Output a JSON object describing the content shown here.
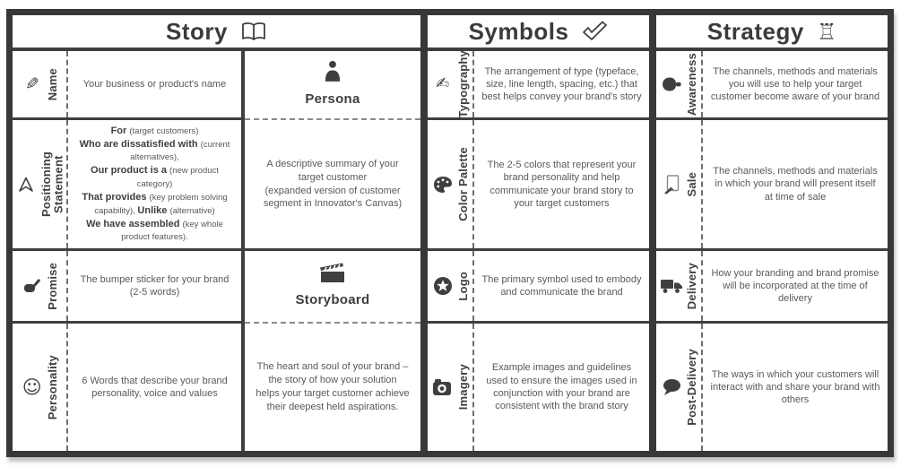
{
  "colors": {
    "frame": "#383838",
    "line": "#3f3f3f",
    "label_text": "#3f3f3f",
    "body_text": "#595959",
    "background": "#ffffff"
  },
  "panels": [
    {
      "id": "story",
      "title": "Story",
      "title_icon": "open-book-icon",
      "rows": [
        {
          "icon": "pencil-icon",
          "label": "Name",
          "desc": "Your business or product's name"
        },
        {
          "icon": "navigation-arrow-icon",
          "label": "Positioning Statement",
          "rich": [
            [
              {
                "b": "For "
              },
              {
                "n": "(target customers)"
              }
            ],
            [
              {
                "b": "Who are dissatisfied with "
              },
              {
                "n": "(current alternatives),"
              }
            ],
            [
              {
                "b": "Our product is a "
              },
              {
                "n": "(new product category)"
              }
            ],
            [
              {
                "b": "That provides "
              },
              {
                "n": "(key problem solving capability), "
              },
              {
                "b": "Unlike "
              },
              {
                "n": "(alternative)"
              }
            ],
            [
              {
                "b": "We have assembled "
              },
              {
                "n": "(key whole product features)."
              }
            ]
          ]
        },
        {
          "icon": "pinky-promise-hand-icon",
          "label": "Promise",
          "desc": "The bumper sticker for your brand\n(2-5 words)"
        },
        {
          "icon": "smiley-icon",
          "label": "Personality",
          "desc": "6 Words that describe your brand personality, voice and values"
        }
      ],
      "side": [
        {
          "type": "label",
          "icon": "person-icon",
          "text": "Persona"
        },
        {
          "type": "desc",
          "text": "A descriptive summary of your target customer\n(expanded version of customer segment in Innovator's Canvas)"
        },
        {
          "type": "label",
          "icon": "clapperboard-icon",
          "text": "Storyboard"
        },
        {
          "type": "desc",
          "text": "The heart and soul of your brand – the story of how your solution helps your target customer achieve their deepest held aspirations."
        }
      ]
    },
    {
      "id": "symbols",
      "title": "Symbols",
      "title_icon": "checkmark-icon",
      "rows": [
        {
          "icon": "pen-writing-icon",
          "label": "Typography",
          "desc": "The arrangement of type (typeface, size, line length, spacing, etc.) that best helps convey your brand's story"
        },
        {
          "icon": "palette-icon",
          "label": "Color Palette",
          "desc": "The 2-5 colors that represent your brand personality and help communicate your brand story to your target customers"
        },
        {
          "icon": "star-circle-icon",
          "label": "Logo",
          "desc": "The primary symbol used to embody and communicate the brand"
        },
        {
          "icon": "camera-icon",
          "label": "Imagery",
          "desc": "Example images and guidelines used to ensure the images used in conjunction with your brand are consistent with the brand story"
        }
      ]
    },
    {
      "id": "strategy",
      "title": "Strategy",
      "title_icon": "chess-rook-icon",
      "rows": [
        {
          "icon": "megaphone-icon",
          "label": "Awareness",
          "desc": "The channels, methods and materials you will use to help your target customer become aware of your brand"
        },
        {
          "icon": "receipt-icon",
          "label": "Sale",
          "desc": "The channels, methods and materials in which your brand will present itself at time of sale"
        },
        {
          "icon": "truck-icon",
          "label": "Delivery",
          "desc": "How your branding and brand promise will be incorporated at the time of delivery"
        },
        {
          "icon": "speech-bubble-icon",
          "label": "Post-Delivery",
          "desc": "The ways in which your customers will interact with and share your brand with others"
        }
      ]
    }
  ]
}
